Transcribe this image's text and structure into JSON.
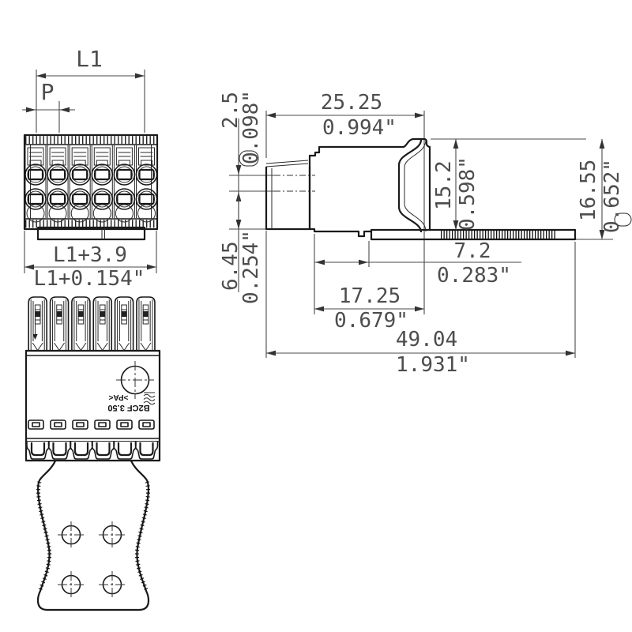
{
  "drawing": {
    "kind": "connector-dimension-drawing",
    "colors": {
      "line": "#1a1a1a",
      "dim_line": "#4a4a4a",
      "dim_text": "#4d4d4d",
      "background": "#ffffff"
    },
    "front_view": {
      "L1": "L1",
      "P": "P",
      "width_mm": "L1+3.9",
      "width_in": "L1+0.154\""
    },
    "side_view": {
      "depth_mm": "25.25",
      "depth_in": "0.994\"",
      "entry_offset_mm": "2.5",
      "entry_offset_in": "0.098\"",
      "entry_height_mm": "6.45",
      "entry_height_in": "0.254\"",
      "body_height_mm": "15.2",
      "body_height_in": "0.598\"",
      "total_height_mm": "16.55",
      "total_height_in": "0.652\"",
      "flange_offset_mm": "7.2",
      "flange_offset_in": "0.283\"",
      "body_length_mm": "17.25",
      "body_length_in": "0.679\"",
      "total_length_mm": "49.04",
      "total_length_in": "1.931\""
    },
    "bottom_view": {
      "marking_line1": "B2CF 3.50",
      "marking_line2": ">PA<",
      "logo": "weidmueller-logo"
    }
  }
}
